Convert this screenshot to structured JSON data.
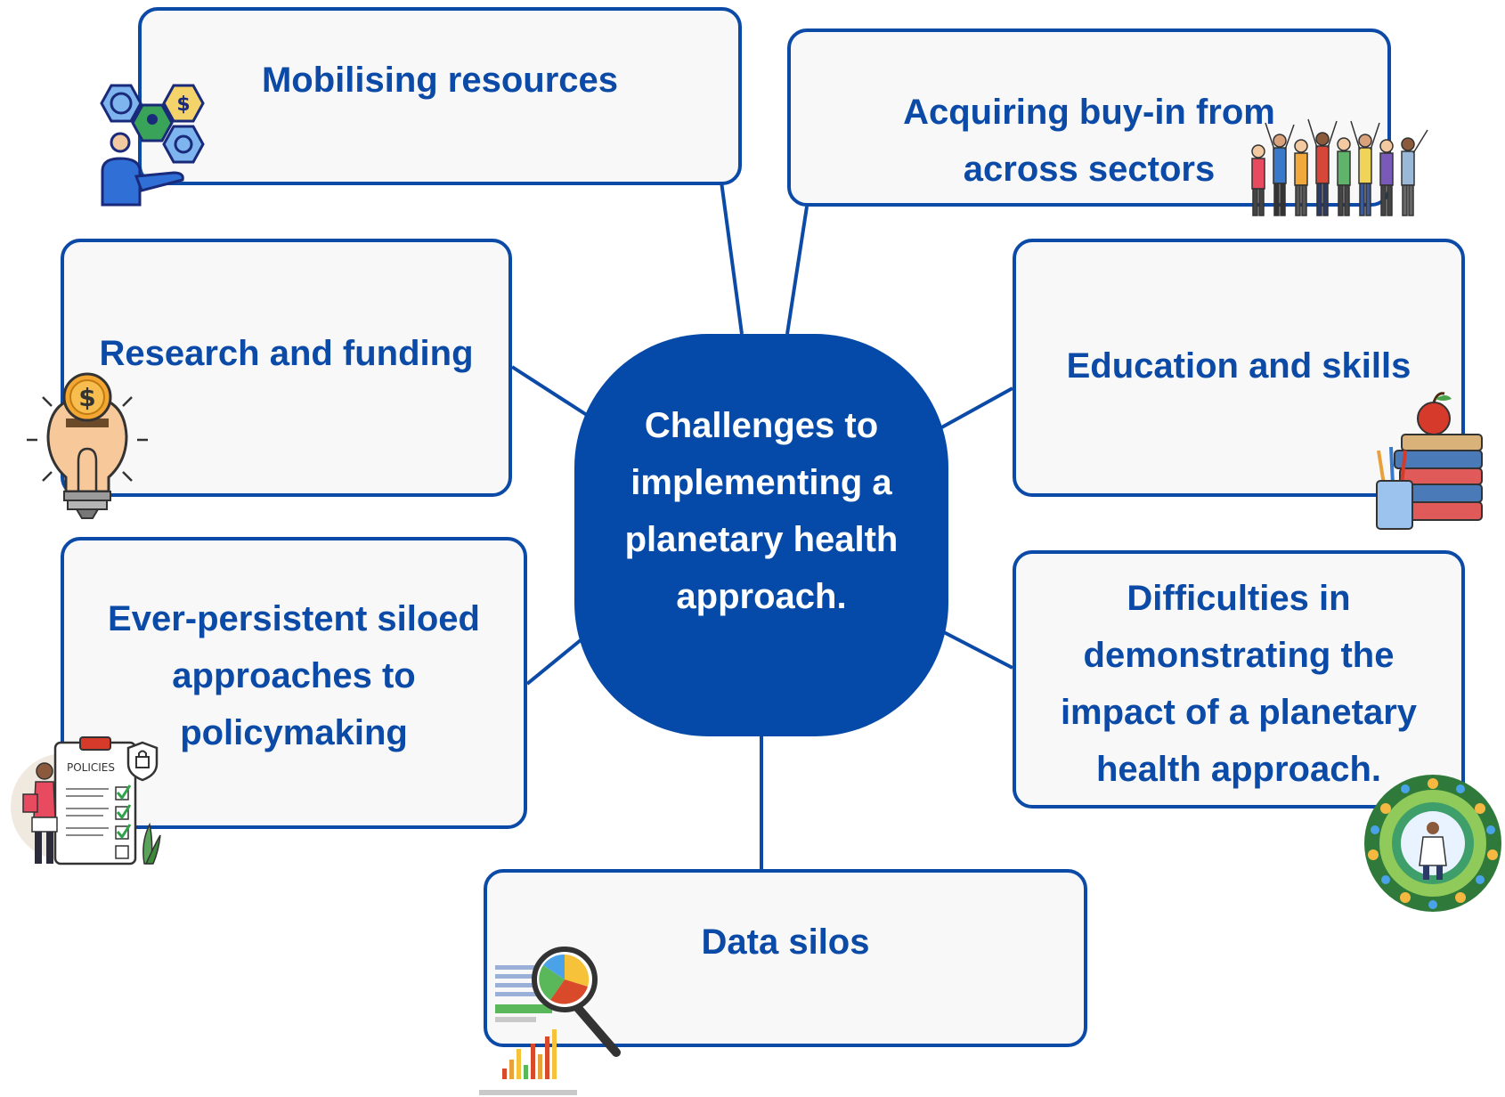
{
  "center": {
    "text": "Challenges to implementing a planetary health approach."
  },
  "boxes": {
    "mobilising": {
      "text": "Mobilising resources",
      "icon": "resource-management-icon"
    },
    "buyin": {
      "text": "Acquiring buy-in from across sectors",
      "icon": "crowd-people-icon"
    },
    "research": {
      "text": "Research and funding",
      "icon": "money-lightbulb-icon"
    },
    "education": {
      "text": "Education and skills",
      "icon": "books-apple-icon"
    },
    "siloed": {
      "text": "Ever-persistent siloed approaches to policymaking",
      "icon": "policies-clipboard-icon"
    },
    "difficulties": {
      "text": "Difficulties in demonstrating the impact of a planetary health approach.",
      "icon": "planetary-health-icon"
    },
    "datasilos": {
      "text": "Data silos",
      "icon": "data-analysis-icon"
    }
  },
  "colors": {
    "accent": "#0b4aa6",
    "center_fill": "#054aa8",
    "box_fill": "#f8f8f8",
    "center_text": "#ffffff"
  }
}
